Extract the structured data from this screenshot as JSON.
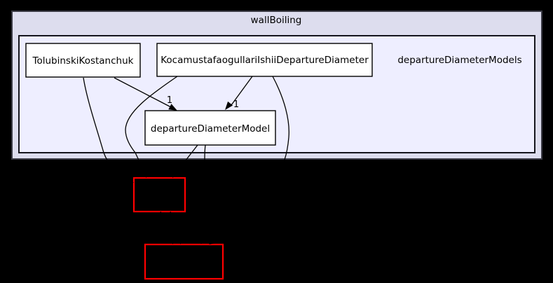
{
  "graph": {
    "background_color": "#000000",
    "edge_color": "#000000",
    "outer_cluster": {
      "label": "wallBoiling",
      "fill": "#ddddee"
    },
    "inner_cluster": {
      "label": "departureDiameterModels",
      "fill": "#eeeeff"
    },
    "nodes": [
      {
        "label": "TolubinskiKostanchuk",
        "fill": "#ffffff"
      },
      {
        "label": "KocamustafaogullariIshiiDepartureDiameter",
        "fill": "#ffffff"
      },
      {
        "label": "departureDiameterModel",
        "fill": "#ffffff"
      }
    ],
    "external_nodes": [
      {
        "border_color": "#ff0000"
      },
      {
        "border_color": "#ff0000"
      }
    ],
    "edge_labels": [
      {
        "text": "1"
      },
      {
        "text": "1"
      }
    ]
  }
}
